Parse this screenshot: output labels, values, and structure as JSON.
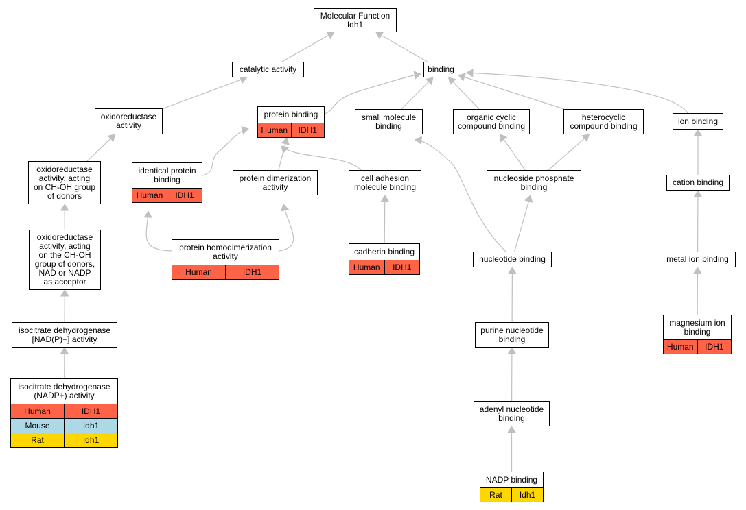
{
  "colors": {
    "edge": "#c0c0c0",
    "node_border": "#000000",
    "human": "#ff6347",
    "mouse": "#add8e6",
    "rat": "#ffd700"
  },
  "nodes": [
    {
      "id": "mf",
      "label": [
        "Molecular Function",
        "Idh1"
      ],
      "rows": []
    },
    {
      "id": "catalytic",
      "label": [
        "catalytic activity"
      ],
      "rows": []
    },
    {
      "id": "binding",
      "label": [
        "binding"
      ],
      "rows": []
    },
    {
      "id": "oxred",
      "label": [
        "oxidoreductase",
        "activity"
      ],
      "rows": []
    },
    {
      "id": "protbind",
      "label": [
        "protein binding"
      ],
      "rows": [
        {
          "species": "Human",
          "gene": "IDH1"
        }
      ]
    },
    {
      "id": "smallmol",
      "label": [
        "small molecule",
        "binding"
      ],
      "rows": []
    },
    {
      "id": "orgcyc",
      "label": [
        "organic cyclic",
        "compound binding"
      ],
      "rows": []
    },
    {
      "id": "hetcyc",
      "label": [
        "heterocyclic",
        "compound binding"
      ],
      "rows": []
    },
    {
      "id": "ionbind",
      "label": [
        "ion binding"
      ],
      "rows": []
    },
    {
      "id": "oxred_choh",
      "label": [
        "oxidoreductase",
        "activity, acting",
        "on CH-OH group",
        "of donors"
      ],
      "rows": []
    },
    {
      "id": "identprot",
      "label": [
        "identical protein",
        "binding"
      ],
      "rows": [
        {
          "species": "Human",
          "gene": "IDH1"
        }
      ]
    },
    {
      "id": "dimer",
      "label": [
        "protein dimerization",
        "activity"
      ],
      "rows": []
    },
    {
      "id": "celladh",
      "label": [
        "cell adhesion",
        "molecule binding"
      ],
      "rows": []
    },
    {
      "id": "nucphos",
      "label": [
        "nucleoside phosphate",
        "binding"
      ],
      "rows": []
    },
    {
      "id": "cation",
      "label": [
        "cation binding"
      ],
      "rows": []
    },
    {
      "id": "oxred_nad",
      "label": [
        "oxidoreductase",
        "activity, acting",
        "on the CH-OH",
        "group of donors,",
        "NAD or NADP",
        "as acceptor"
      ],
      "rows": []
    },
    {
      "id": "homodimer",
      "label": [
        "protein homodimerization",
        "activity"
      ],
      "rows": [
        {
          "species": "Human",
          "gene": "IDH1"
        }
      ]
    },
    {
      "id": "cadherin",
      "label": [
        "cadherin binding"
      ],
      "rows": [
        {
          "species": "Human",
          "gene": "IDH1"
        }
      ]
    },
    {
      "id": "nucleotide",
      "label": [
        "nucleotide binding"
      ],
      "rows": []
    },
    {
      "id": "metalion",
      "label": [
        "metal ion binding"
      ],
      "rows": []
    },
    {
      "id": "icdh_nadp_p",
      "label": [
        "isocitrate dehydrogenase",
        "[NAD(P)+] activity"
      ],
      "rows": []
    },
    {
      "id": "purine",
      "label": [
        "purine nucleotide",
        "binding"
      ],
      "rows": []
    },
    {
      "id": "magnesium",
      "label": [
        "magnesium ion",
        "binding"
      ],
      "rows": [
        {
          "species": "Human",
          "gene": "IDH1"
        }
      ]
    },
    {
      "id": "icdh_nadp",
      "label": [
        "isocitrate dehydrogenase",
        "(NADP+) activity"
      ],
      "rows": [
        {
          "species": "Human",
          "gene": "IDH1"
        },
        {
          "species": "Mouse",
          "gene": "Idh1"
        },
        {
          "species": "Rat",
          "gene": "Idh1"
        }
      ]
    },
    {
      "id": "adenyl",
      "label": [
        "adenyl nucleotide",
        "binding"
      ],
      "rows": []
    },
    {
      "id": "nadp",
      "label": [
        "NADP binding"
      ],
      "rows": [
        {
          "species": "Rat",
          "gene": "Idh1"
        }
      ]
    }
  ],
  "edges": [
    {
      "from": "catalytic",
      "to": "mf"
    },
    {
      "from": "binding",
      "to": "mf"
    },
    {
      "from": "oxred",
      "to": "catalytic"
    },
    {
      "from": "protbind",
      "to": "binding"
    },
    {
      "from": "smallmol",
      "to": "binding"
    },
    {
      "from": "orgcyc",
      "to": "binding"
    },
    {
      "from": "hetcyc",
      "to": "binding"
    },
    {
      "from": "ionbind",
      "to": "binding"
    },
    {
      "from": "oxred_choh",
      "to": "oxred"
    },
    {
      "from": "identprot",
      "to": "protbind"
    },
    {
      "from": "dimer",
      "to": "protbind"
    },
    {
      "from": "celladh",
      "to": "protbind"
    },
    {
      "from": "nucphos",
      "to": "orgcyc"
    },
    {
      "from": "nucphos",
      "to": "hetcyc"
    },
    {
      "from": "cation",
      "to": "ionbind"
    },
    {
      "from": "oxred_nad",
      "to": "oxred_choh"
    },
    {
      "from": "homodimer",
      "to": "identprot"
    },
    {
      "from": "homodimer",
      "to": "dimer"
    },
    {
      "from": "cadherin",
      "to": "celladh"
    },
    {
      "from": "nucleotide",
      "to": "smallmol"
    },
    {
      "from": "nucleotide",
      "to": "nucphos"
    },
    {
      "from": "metalion",
      "to": "cation"
    },
    {
      "from": "icdh_nadp_p",
      "to": "oxred_nad"
    },
    {
      "from": "purine",
      "to": "nucleotide"
    },
    {
      "from": "magnesium",
      "to": "metalion"
    },
    {
      "from": "icdh_nadp",
      "to": "icdh_nadp_p"
    },
    {
      "from": "adenyl",
      "to": "purine"
    },
    {
      "from": "nadp",
      "to": "adenyl"
    }
  ]
}
